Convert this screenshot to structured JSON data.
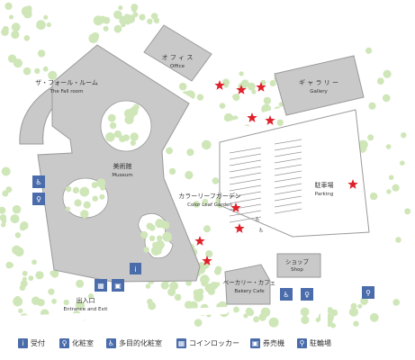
{
  "labels": {
    "office_ja": "オ フ ィ ス",
    "office_en": "Office",
    "fall_room_ja": "ザ・フォール・ルーム",
    "fall_room_en": "The Fall room",
    "gallery_ja": "ギ ャ ラ リ ー",
    "gallery_en": "Gallery",
    "museum_ja": "美術館",
    "museum_en": "Museum",
    "garden_ja": "カラーリーフガーデン",
    "garden_en": "Color Leaf Garden",
    "parking_ja": "駐車場",
    "parking_en": "Parking",
    "shop_ja": "ショップ",
    "shop_en": "Shop",
    "bakery_ja": "ベーカリー・カフェ",
    "bakery_en": "Bakery Cafe",
    "entrance_ja": "出入口",
    "entrance_en": "Entrance and Exit"
  },
  "legend": [
    {
      "icon": "info-icon",
      "glyph": "i",
      "label": "受付"
    },
    {
      "icon": "restroom-icon",
      "glyph": "♀",
      "label": "化粧室"
    },
    {
      "icon": "accessible-restroom-icon",
      "glyph": "♿",
      "label": "多目的化粧室"
    },
    {
      "icon": "coin-locker-icon",
      "glyph": "▦",
      "label": "コインロッカー"
    },
    {
      "icon": "vending-machine-icon",
      "glyph": "▣",
      "label": "券売機"
    },
    {
      "icon": "bicycle-parking-icon",
      "glyph": "⚲",
      "label": "駐輪場"
    }
  ],
  "colors": {
    "building": "#c9c9c9",
    "building_stroke": "#9a9a9a",
    "tree": "#cfe6b8",
    "road": "#ffffff",
    "star": "#e0202a",
    "icon": "#4a6cab",
    "text": "#333333"
  }
}
